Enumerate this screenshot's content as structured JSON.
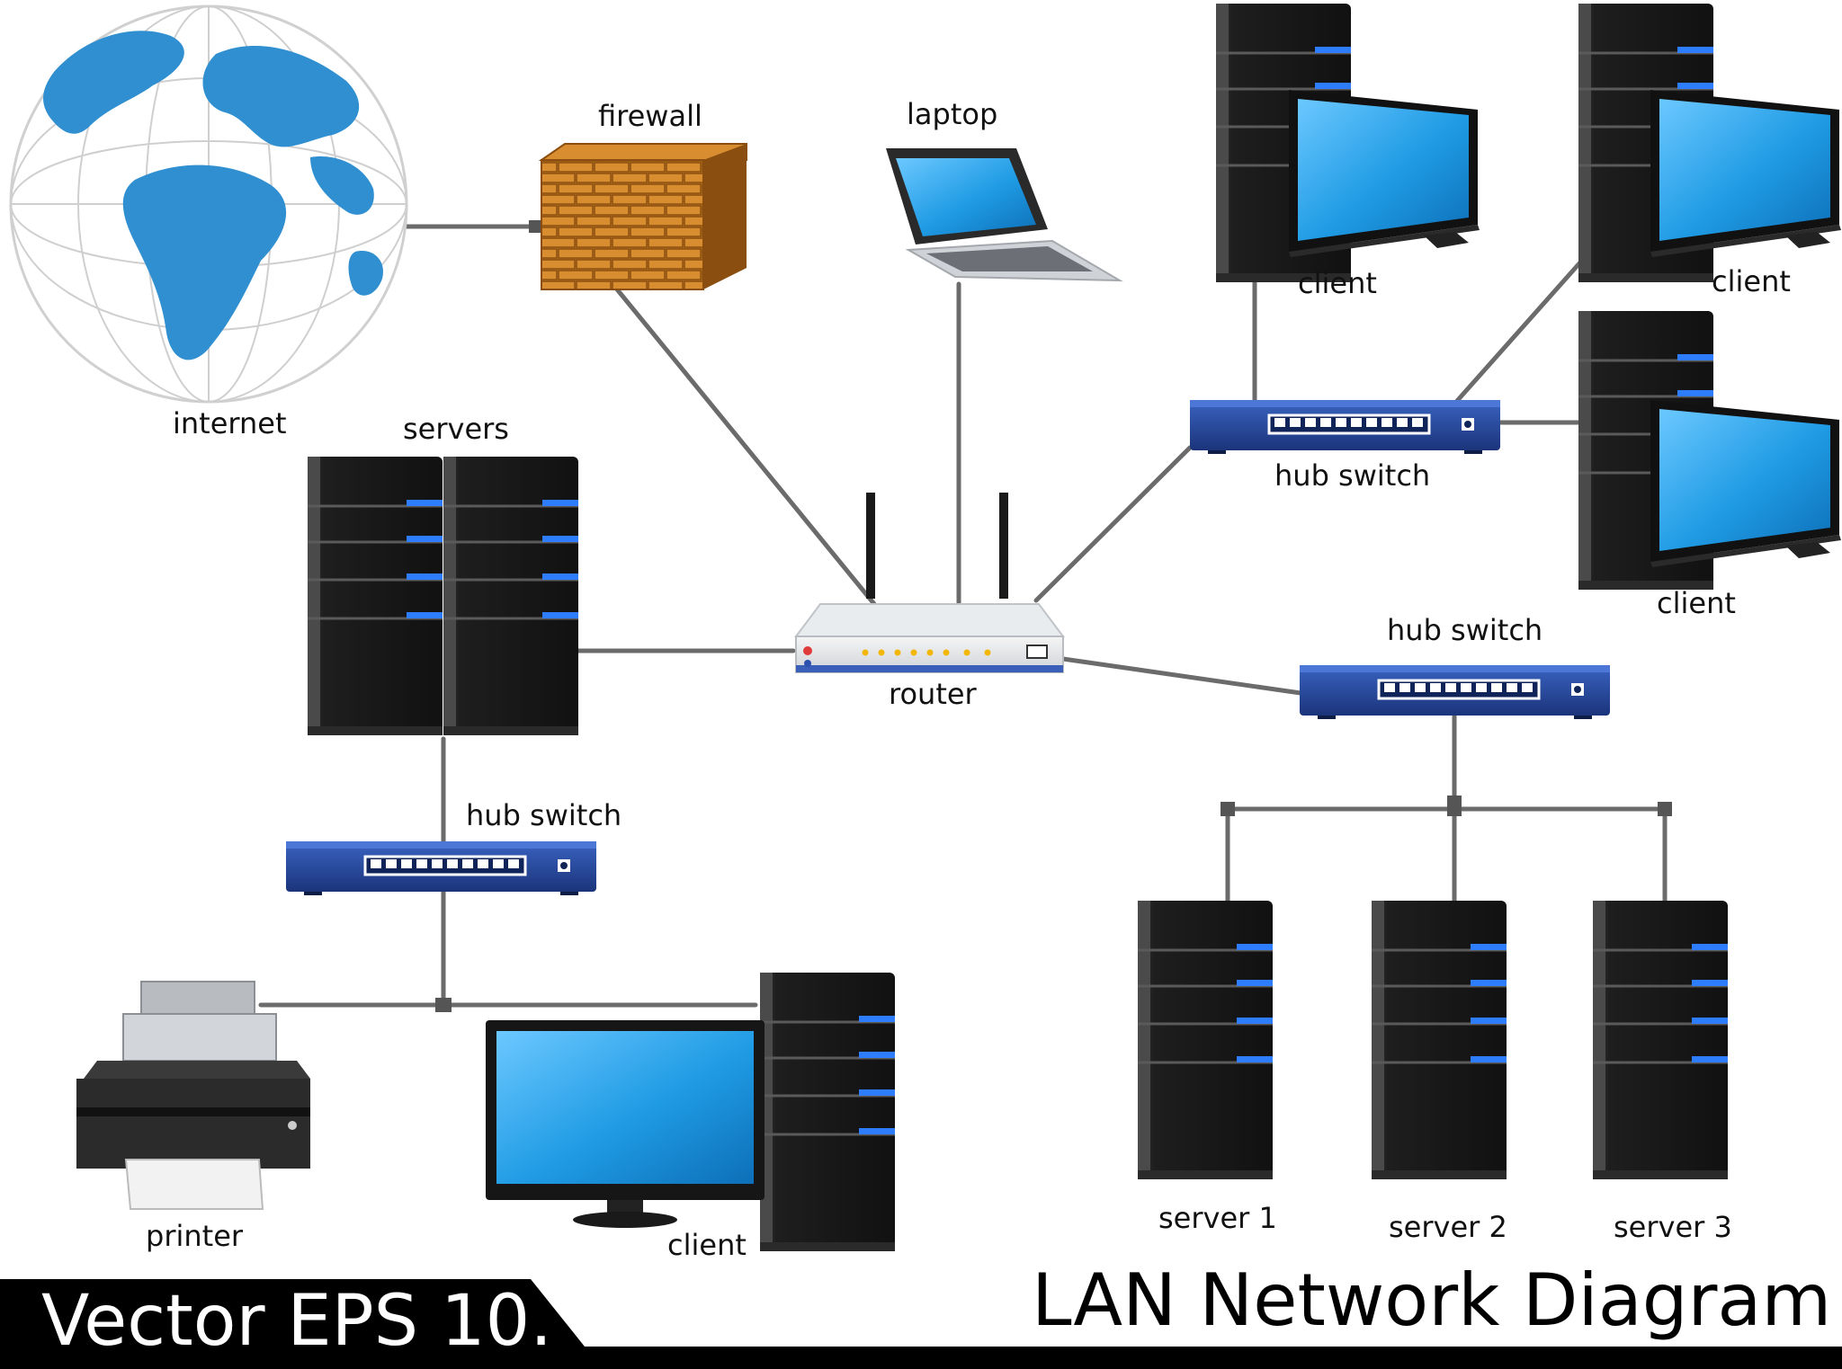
{
  "title": "LAN Network Diagram",
  "banner": "Vector EPS 10.",
  "labels": {
    "internet": "internet",
    "firewall": "firewall",
    "laptop": "laptop",
    "servers": "servers",
    "router": "router",
    "hub_switch_top": "hub switch",
    "hub_switch_right": "hub switch",
    "hub_switch_left": "hub switch",
    "client_top_1": "client",
    "client_top_2": "client",
    "client_right": "client",
    "client_bottom": "client",
    "printer": "printer",
    "server_1": "server 1",
    "server_2": "server 2",
    "server_3": "server 3"
  },
  "colors": {
    "globe_ocean": "#ffffff",
    "globe_land": "#2f8fd0",
    "firewall_brick": "#c57a1e",
    "firewall_dark": "#8a4f10",
    "switch_blue": "#25479a",
    "tower_black": "#1d1d1d",
    "led_blue": "#2e7dff",
    "screen_blue": "#1e96e0",
    "cable_gray": "#777777"
  }
}
